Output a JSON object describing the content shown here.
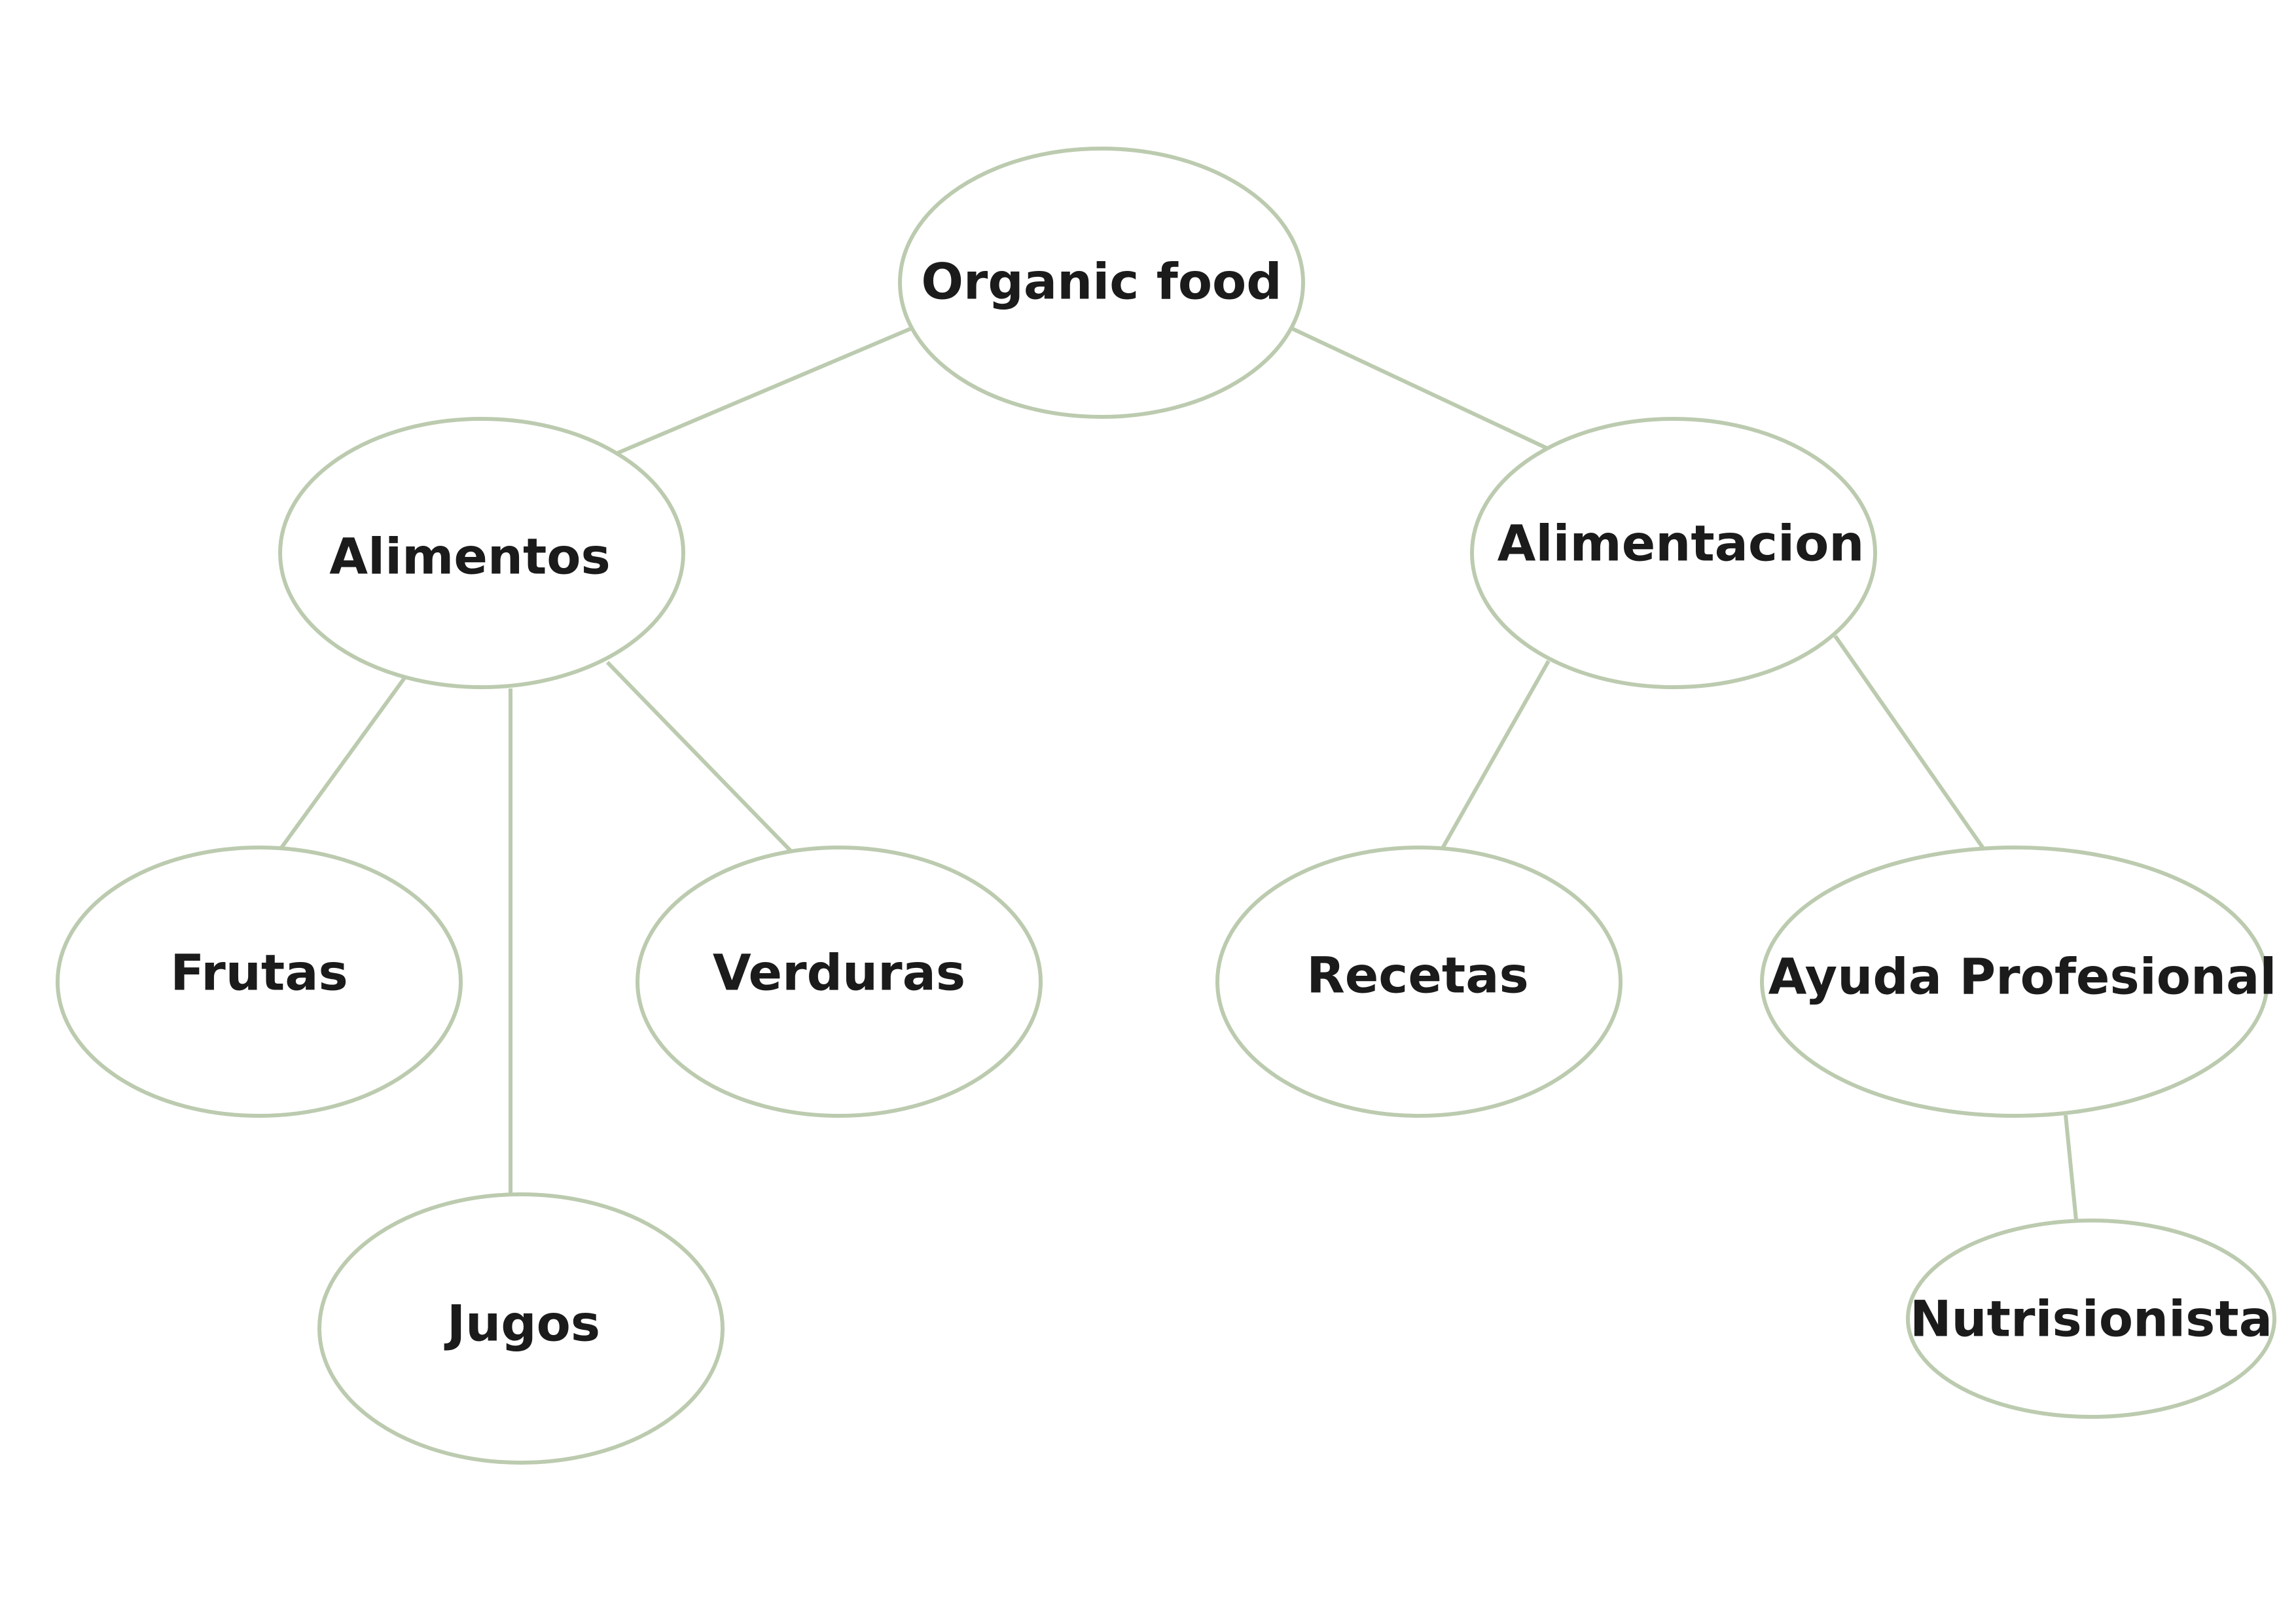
{
  "colors": {
    "stroke": "#bccbaf",
    "text": "#1b1b1b",
    "background": "#ffffff"
  },
  "nodes": {
    "root": {
      "label": "Organic food"
    },
    "alimentos": {
      "label": "Alimentos"
    },
    "alimentacion": {
      "label": "Alimentacion"
    },
    "frutas": {
      "label": "Frutas"
    },
    "jugos": {
      "label": "Jugos"
    },
    "verduras": {
      "label": "Verduras"
    },
    "recetas": {
      "label": "Recetas"
    },
    "ayuda": {
      "label": "Ayuda Profesional"
    },
    "nutri": {
      "label": "Nutrisionista"
    }
  },
  "edges": [
    {
      "from": "root",
      "to": "alimentos"
    },
    {
      "from": "root",
      "to": "alimentacion"
    },
    {
      "from": "alimentos",
      "to": "frutas"
    },
    {
      "from": "alimentos",
      "to": "jugos"
    },
    {
      "from": "alimentos",
      "to": "verduras"
    },
    {
      "from": "alimentacion",
      "to": "recetas"
    },
    {
      "from": "alimentacion",
      "to": "ayuda"
    },
    {
      "from": "ayuda",
      "to": "nutri"
    }
  ]
}
